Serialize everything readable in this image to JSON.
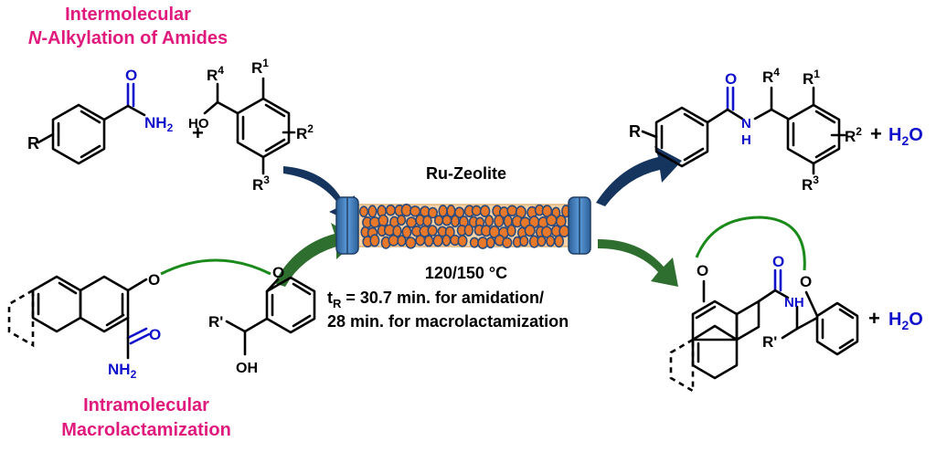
{
  "titles": {
    "intermolecular_line1": "Intermolecular",
    "intermolecular_line2_italic": "N",
    "intermolecular_line2_rest": "-Alkylation of Amides",
    "intramolecular_line1": "Intramolecular",
    "intramolecular_line2": "Macrolactamization"
  },
  "reactor": {
    "catalyst": "Ru-Zeolite",
    "temperature": "120/150 °C",
    "residence_prefix": "t",
    "residence_sub": "R",
    "residence_rest": " = 30.7 min. for amidation/",
    "residence_line2": "28 min. for macrolactamization"
  },
  "atoms": {
    "R": "R",
    "O": "O",
    "N": "N",
    "NH": "NH",
    "H": "H",
    "NH2": "NH",
    "sub2": "2",
    "HO": "HO",
    "OH": "OH",
    "R1": "R",
    "R2": "R",
    "R3": "R",
    "R4": "R",
    "s1": "1",
    "s2": "2",
    "s3": "3",
    "s4": "4",
    "Rprime": "R'"
  },
  "operators": {
    "plus": "+"
  },
  "byproduct": {
    "H": "H",
    "sub": "2",
    "O": "O"
  },
  "colors": {
    "title": "#e0197d",
    "heteroatom": "#1111cc",
    "arrow_top": "#16355e",
    "arrow_bottom": "#2e6e2e",
    "linker": "#1a8a1a",
    "bead": "#e8782a",
    "bead_outline": "#2d4b7a",
    "column_fill": "#f6d3a8",
    "endcap": "#3e7fc0"
  }
}
